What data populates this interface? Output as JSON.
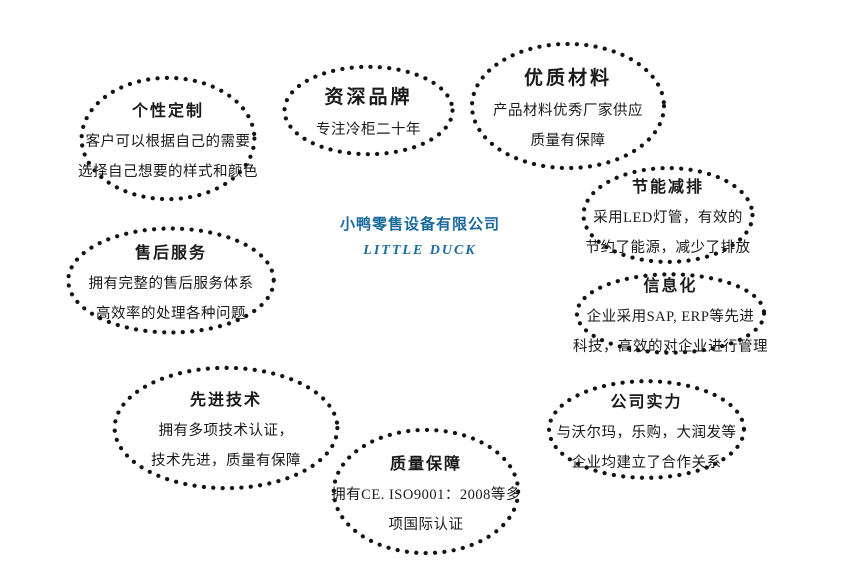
{
  "center": {
    "company_name": "小鸭零售设备有限公司",
    "brand_name": "LITTLE DUCK",
    "accent_color": "#1b6a9c"
  },
  "dot_color": "#141414",
  "bubbles": [
    {
      "title": "个性定制",
      "lines": [
        "客户可以根据自己的需要",
        "选择自己想要的样式和颜色"
      ]
    },
    {
      "title": "资深品牌",
      "lines": [
        "专注冷柜二十年"
      ]
    },
    {
      "title": "优质材料",
      "lines": [
        "产品材料优秀厂家供应",
        "质量有保障"
      ]
    },
    {
      "title": "节能减排",
      "lines": [
        "采用LED灯管，有效的",
        "节约了能源，减少了排放"
      ]
    },
    {
      "title": "信息化",
      "lines": [
        "企业采用SAP, ERP等先进",
        "科技，高效的对企业进行管理"
      ]
    },
    {
      "title": "公司实力",
      "lines": [
        "与沃尔玛，乐购，大润发等",
        "企业均建立了合作关系"
      ]
    },
    {
      "title": "售后服务",
      "lines": [
        "拥有完整的售后服务体系",
        "高效率的处理各种问题"
      ]
    },
    {
      "title": "先进技术",
      "lines": [
        "拥有多项技术认证，",
        "技术先进，质量有保障"
      ]
    },
    {
      "title": "质量保障",
      "lines": [
        "拥有CE. ISO9001：2008等多",
        "项国际认证"
      ]
    }
  ]
}
